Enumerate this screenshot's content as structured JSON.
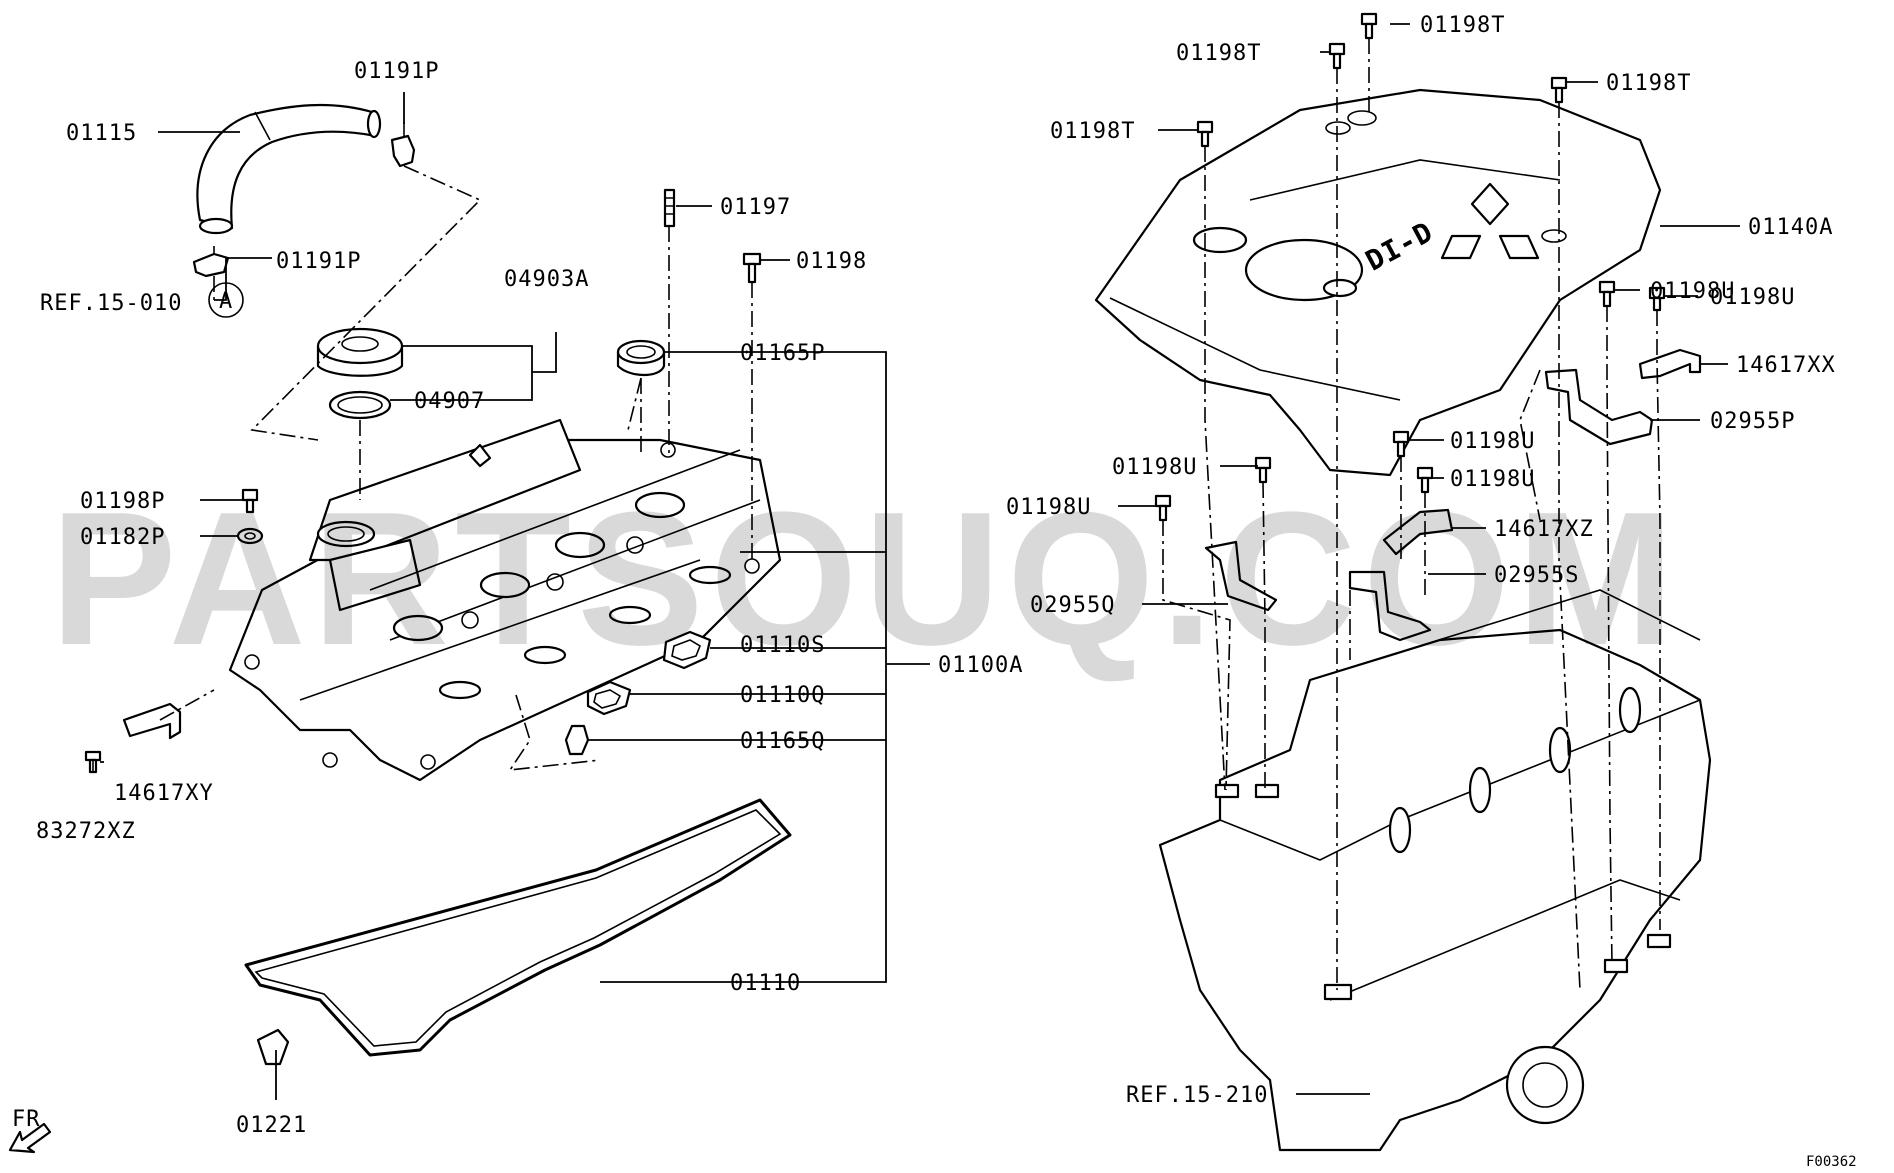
{
  "labels": {
    "p01115": "01115",
    "p01191p_top": "01191P",
    "p01191p_mid": "01191P",
    "ref_15_010": "REF.15-010",
    "callout_a": "A",
    "p01197": "01197",
    "p01198": "01198",
    "p04903a": "04903A",
    "p04907": "04907",
    "p01165p": "01165P",
    "p01198p": "01198P",
    "p01182p": "01182P",
    "p01110s": "01110S",
    "p01100a": "01100A",
    "p01110q": "01110Q",
    "p01165q": "01165Q",
    "p14617xy": "14617XY",
    "p83272xz": "83272XZ",
    "p01110": "01110",
    "p01221": "01221",
    "fr": "FR",
    "p01198t_a": "01198T",
    "p01198t_b": "01198T",
    "p01198t_c": "01198T",
    "p01198t_d": "01198T",
    "p01140a": "01140A",
    "p01198u_a": "01198U",
    "p01198u_b": "01198U",
    "p14617xx": "14617XX",
    "p02955p": "02955P",
    "p01198u_c": "01198U",
    "p01198u_d": "01198U",
    "p01198u_e": "01198U",
    "p14617xz": "14617XZ",
    "p02955s": "02955S",
    "p01198u_f": "01198U",
    "p02955q": "02955Q",
    "ref_15_210": "REF.15-210",
    "figure_code": "F00362"
  },
  "cover_badge": "DI-D",
  "watermark": "PARTSOUQ.COM"
}
